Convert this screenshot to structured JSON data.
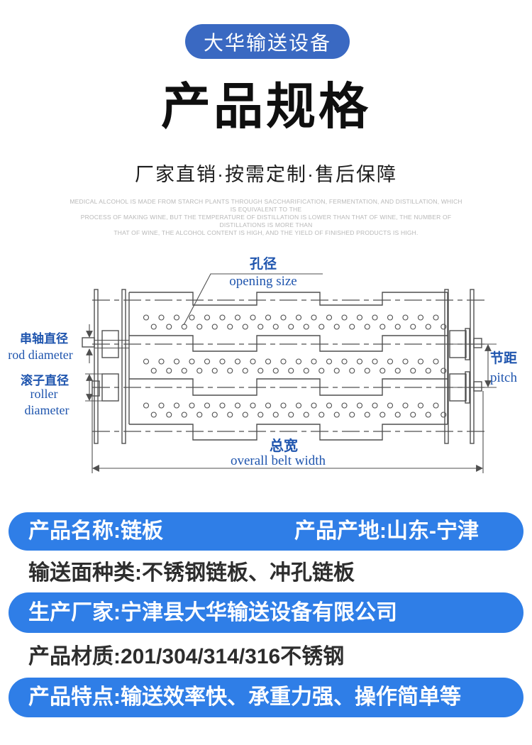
{
  "badge": {
    "label": "大华输送设备"
  },
  "header": {
    "title": "产品规格",
    "subtitle": "厂家直销·按需定制·售后保障"
  },
  "fine_print": {
    "lines": [
      "MEDICAL ALCOHOL IS MADE FROM STARCH PLANTS THROUGH SACCHARIFICATION, FERMENTATION, AND DISTILLATION, WHICH IS EQUIVALENT TO THE",
      "PROCESS OF MAKING WINE, BUT THE TEMPERATURE OF DISTILLATION IS LOWER THAN THAT OF WINE, THE NUMBER OF DISTILLATIONS IS MORE THAN",
      "THAT OF WINE, THE ALCOHOL CONTENT IS HIGH, AND THE YIELD OF FINISHED PRODUCTS IS HIGH."
    ]
  },
  "diagram": {
    "labels": {
      "opening_size_zh": "孔径",
      "opening_size_en": "opening  size",
      "rod_diameter_zh": "串轴直径",
      "rod_diameter_en": "rod  diameter",
      "roller_diameter_zh": "滚子直径",
      "roller_diameter_en1": "roller",
      "roller_diameter_en2": "diameter",
      "pitch_zh": "节距",
      "pitch_en": "pitch",
      "overall_width_zh": "总宽",
      "overall_width_en": "overall  belt  width"
    }
  },
  "specs": {
    "product_name": "产品名称:链板",
    "origin": "产品产地:山东-宁津",
    "surface_types": "输送面种类:不锈钢链板、冲孔链板",
    "manufacturer": "生产厂家:宁津县大华输送设备有限公司",
    "material": "产品材质:201/304/314/316不锈钢",
    "features": "产品特点:输送效率快、承重力强、操作简单等"
  },
  "colors": {
    "accent_blue": "#2f7ee7",
    "badge_blue": "#3a69c2",
    "diagram_label_blue": "#1f55ae",
    "diagram_line_gray": "#4f4f4f",
    "fine_print_gray": "#b8b8b8",
    "title_black": "#0f0f0f"
  }
}
